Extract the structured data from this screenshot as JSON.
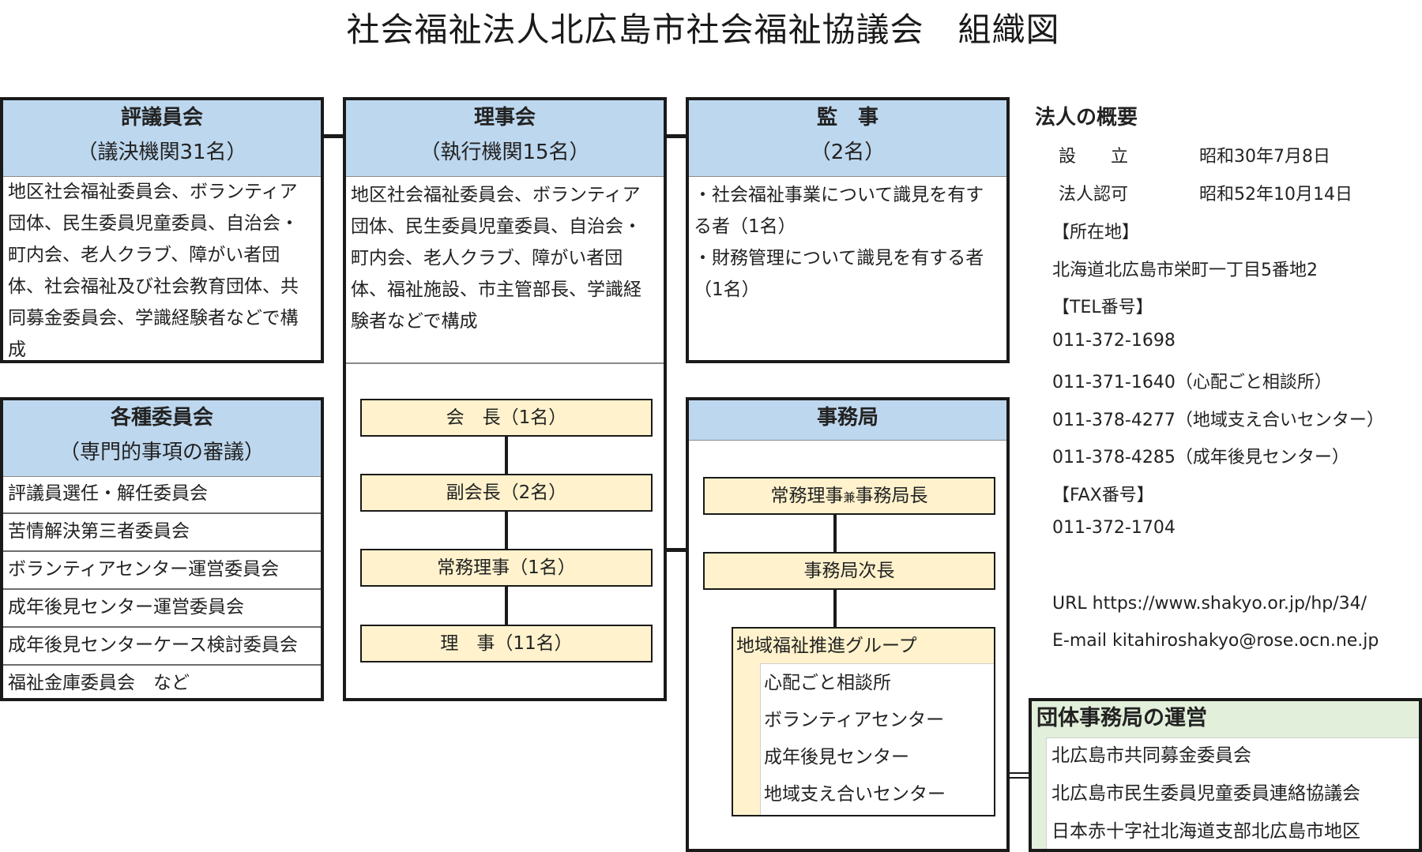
{
  "title": "社会福祉法人北広島市社会福祉協議会　組織図",
  "councillors": {
    "name": "評議員会",
    "sub": "（議決機関31名）",
    "lines": [
      "地区社会福祉委員会、ボランティア",
      "団体、民生委員児童委員、自治会・",
      "町内会、老人クラブ、障がい者団",
      "体、社会福祉及び社会教育団体、共",
      "同募金委員会、学識経験者などで構",
      "成"
    ]
  },
  "board": {
    "name": "理事会",
    "sub": "（執行機関15名）",
    "lines": [
      "地区社会福祉委員会、ボランティア",
      "団体、民生委員児童委員、自治会・",
      "町内会、老人クラブ、障がい者団",
      "体、福祉施設、市主管部長、学識経",
      "験者などで構成"
    ],
    "roles": [
      "会　長（1名）",
      "副会長（2名）",
      "常務理事（1名）",
      "理　事（11名）"
    ]
  },
  "auditors": {
    "name": "監　事",
    "sub": "（2名）",
    "lines": [
      "・社会福祉事業について識見を有す",
      "る者（1名）",
      "・財務管理について識見を有する者",
      "（1名）"
    ]
  },
  "committees": {
    "name": "各種委員会",
    "sub": "（専門的事項の審議）",
    "items": [
      "評議員選任・解任委員会",
      "苦情解決第三者委員会",
      "ボランティアセンター運営委員会",
      "成年後見センター運営委員会",
      "成年後見センターケース検討委員会",
      "福祉金庫委員会　など"
    ]
  },
  "secretariat": {
    "name": "事務局",
    "director_prefix": "常務理事",
    "director_mid": "兼",
    "director_suffix": "事務局長",
    "deputy": "事務局次長",
    "group_name": "地域福祉推進グループ",
    "group_items": [
      "心配ごと相談所",
      "ボランティアセンター",
      "成年後見センター",
      "地域支え合いセンター"
    ]
  },
  "org_admin": {
    "name": "団体事務局の運営",
    "items": [
      "北広島市共同募金委員会",
      "北広島市民生委員児童委員連絡協議会",
      "日本赤十字社北海道支部北広島市地区"
    ]
  },
  "summary": {
    "heading": "法人の概要",
    "est_label": "設　　立",
    "est_value": "昭和30年7月8日",
    "cert_label": "法人認可",
    "cert_value": "昭和52年10月14日",
    "address_label": "【所在地】",
    "address": "北海道北広島市栄町一丁目5番地2",
    "tel_label": "【TEL番号】",
    "tels": [
      "011-372-1698",
      "011-371-1640（心配ごと相談所）",
      "011-378-4277（地域支え合いセンター）",
      "011-378-4285（成年後見センター）"
    ],
    "fax_label": "【FAX番号】",
    "fax": "011-372-1704",
    "url": "URL https://www.shakyo.or.jp/hp/34/",
    "email": "E-mail kitahiroshakyo@rose.ocn.ne.jp"
  }
}
